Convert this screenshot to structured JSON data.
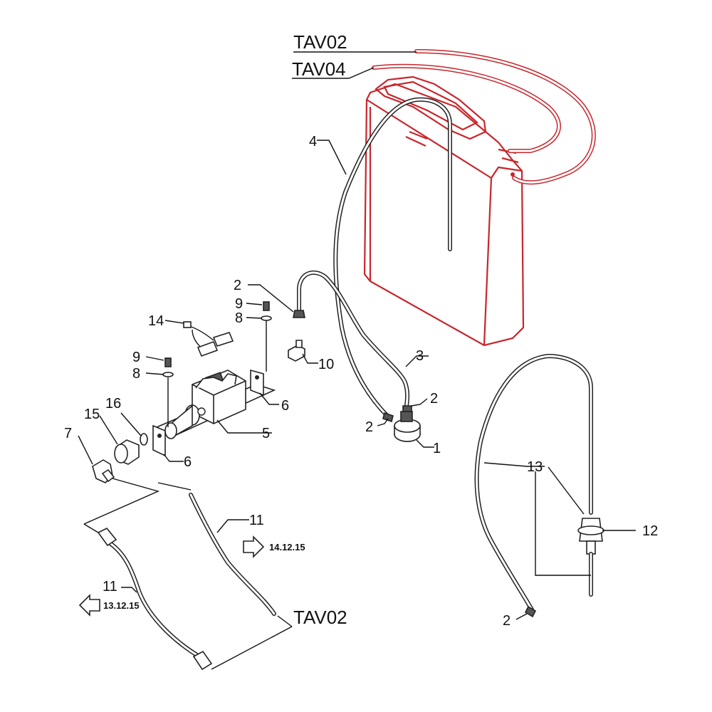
{
  "labels": {
    "tav02_top": "TAV02",
    "tav04": "TAV04",
    "tav02_bottom": "TAV02",
    "p1": "1",
    "p2a": "2",
    "p2b": "2",
    "p2c": "2",
    "p2d": "2",
    "p3": "3",
    "p4": "4",
    "p5": "5",
    "p6a": "6",
    "p6b": "6",
    "p7": "7",
    "p8a": "8",
    "p8b": "8",
    "p9a": "9",
    "p9b": "9",
    "p10": "10",
    "p11a": "11",
    "p11b": "11",
    "p12": "12",
    "p13": "13",
    "p14": "14",
    "p15": "15",
    "p16": "16",
    "ref_right": "14.12.15",
    "ref_left": "13.12.15"
  },
  "colors": {
    "tank": "#c8262c",
    "line": "#222222"
  }
}
